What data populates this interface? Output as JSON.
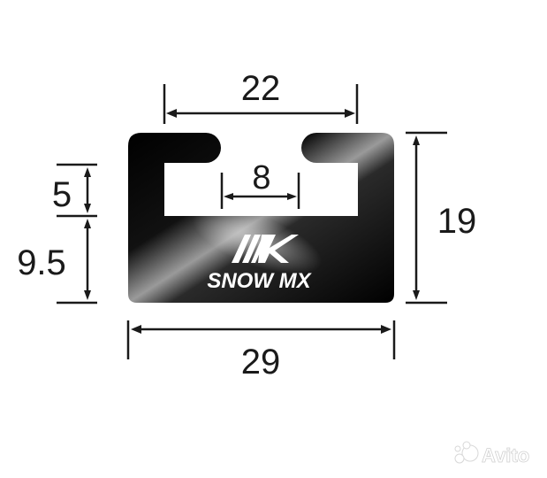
{
  "dimensions": {
    "top_width": "22",
    "slot_width": "8",
    "upper_height": "5",
    "lower_height": "9.5",
    "total_height": "19",
    "total_width": "29"
  },
  "logo": {
    "brand": "SNOW MX"
  },
  "watermark": {
    "text": "Avito"
  },
  "colors": {
    "profile": "#0d0d0d",
    "lines": "#1a1a1a",
    "background": "#ffffff"
  }
}
